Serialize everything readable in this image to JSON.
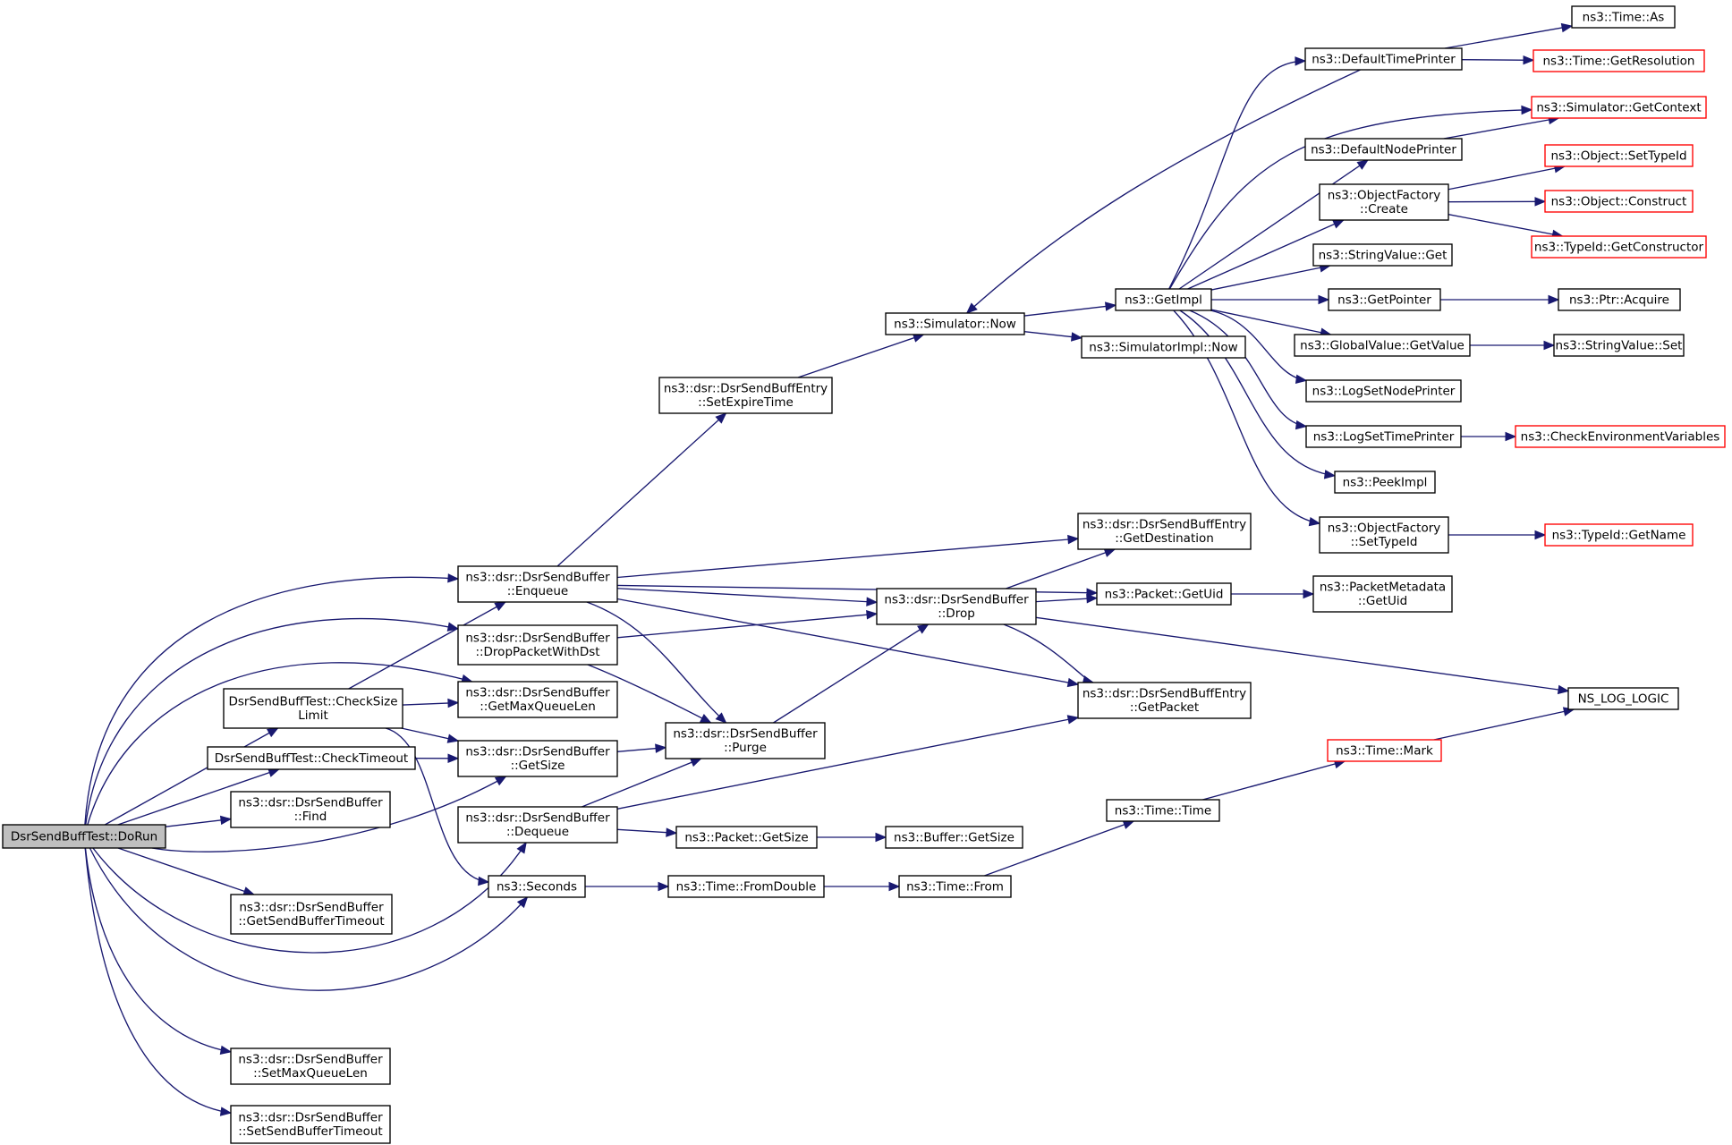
{
  "colors": {
    "edge": "#191970",
    "border": "#000000",
    "external_border": "#ff0000",
    "root_fill": "#bfbfbf"
  },
  "nodes": [
    {
      "id": "dorun",
      "lines": [
        "DsrSendBuffTest::DoRun"
      ],
      "kind": "root"
    },
    {
      "id": "checksize",
      "lines": [
        "DsrSendBuffTest::CheckSize",
        "Limit"
      ]
    },
    {
      "id": "checktimeout",
      "lines": [
        "DsrSendBuffTest::CheckTimeout"
      ]
    },
    {
      "id": "find",
      "lines": [
        "ns3::dsr::DsrSendBuffer",
        "::Find"
      ]
    },
    {
      "id": "getsendbuffertimeout",
      "lines": [
        "ns3::dsr::DsrSendBuffer",
        "::GetSendBufferTimeout"
      ]
    },
    {
      "id": "setmaxqueuelen",
      "lines": [
        "ns3::dsr::DsrSendBuffer",
        "::SetMaxQueueLen"
      ]
    },
    {
      "id": "setsendbuffertimeout",
      "lines": [
        "ns3::dsr::DsrSendBuffer",
        "::SetSendBufferTimeout"
      ]
    },
    {
      "id": "enqueue",
      "lines": [
        "ns3::dsr::DsrSendBuffer",
        "::Enqueue"
      ]
    },
    {
      "id": "droppacketwithdst",
      "lines": [
        "ns3::dsr::DsrSendBuffer",
        "::DropPacketWithDst"
      ]
    },
    {
      "id": "getmaxqueuelen",
      "lines": [
        "ns3::dsr::DsrSendBuffer",
        "::GetMaxQueueLen"
      ]
    },
    {
      "id": "getsize",
      "lines": [
        "ns3::dsr::DsrSendBuffer",
        "::GetSize"
      ]
    },
    {
      "id": "dequeue",
      "lines": [
        "ns3::dsr::DsrSendBuffer",
        "::Dequeue"
      ]
    },
    {
      "id": "seconds",
      "lines": [
        "ns3::Seconds"
      ]
    },
    {
      "id": "setexpiretime",
      "lines": [
        "ns3::dsr::DsrSendBuffEntry",
        "::SetExpireTime"
      ]
    },
    {
      "id": "purge",
      "lines": [
        "ns3::dsr::DsrSendBuffer",
        "::Purge"
      ]
    },
    {
      "id": "packetgetsize",
      "lines": [
        "ns3::Packet::GetSize"
      ]
    },
    {
      "id": "fromdouble",
      "lines": [
        "ns3::Time::FromDouble"
      ]
    },
    {
      "id": "simnow",
      "lines": [
        "ns3::Simulator::Now"
      ]
    },
    {
      "id": "drop",
      "lines": [
        "ns3::dsr::DsrSendBuffer",
        "::Drop"
      ]
    },
    {
      "id": "buffergetsize",
      "lines": [
        "ns3::Buffer::GetSize"
      ]
    },
    {
      "id": "timefrom",
      "lines": [
        "ns3::Time::From"
      ]
    },
    {
      "id": "getimpl",
      "lines": [
        "ns3::GetImpl"
      ]
    },
    {
      "id": "simimplnow",
      "lines": [
        "ns3::SimulatorImpl::Now"
      ]
    },
    {
      "id": "getdestination",
      "lines": [
        "ns3::dsr::DsrSendBuffEntry",
        "::GetDestination"
      ]
    },
    {
      "id": "packetgetuid",
      "lines": [
        "ns3::Packet::GetUid"
      ]
    },
    {
      "id": "getpacket",
      "lines": [
        "ns3::dsr::DsrSendBuffEntry",
        "::GetPacket"
      ]
    },
    {
      "id": "timetime",
      "lines": [
        "ns3::Time::Time"
      ]
    },
    {
      "id": "defaulttimeprinter",
      "lines": [
        "ns3::DefaultTimePrinter"
      ]
    },
    {
      "id": "defaultnodeprinter",
      "lines": [
        "ns3::DefaultNodePrinter"
      ]
    },
    {
      "id": "objectfactorycreate",
      "lines": [
        "ns3::ObjectFactory",
        "::Create"
      ]
    },
    {
      "id": "stringvalueget",
      "lines": [
        "ns3::StringValue::Get"
      ]
    },
    {
      "id": "getpointer",
      "lines": [
        "ns3::GetPointer"
      ]
    },
    {
      "id": "globalvaluegetvalue",
      "lines": [
        "ns3::GlobalValue::GetValue"
      ]
    },
    {
      "id": "logsetnodeprinter",
      "lines": [
        "ns3::LogSetNodePrinter"
      ]
    },
    {
      "id": "logsettimeprinter",
      "lines": [
        "ns3::LogSetTimePrinter"
      ]
    },
    {
      "id": "peekimpl",
      "lines": [
        "ns3::PeekImpl"
      ]
    },
    {
      "id": "objectfactorysettypeid",
      "lines": [
        "ns3::ObjectFactory",
        "::SetTypeId"
      ]
    },
    {
      "id": "packetmetadatagetuid",
      "lines": [
        "ns3::PacketMetadata",
        "::GetUid"
      ]
    },
    {
      "id": "timemark",
      "lines": [
        "ns3::Time::Mark"
      ],
      "kind": "ext"
    },
    {
      "id": "nsloglogic",
      "lines": [
        "NS_LOG_LOGIC"
      ]
    },
    {
      "id": "timeas",
      "lines": [
        "ns3::Time::As"
      ]
    },
    {
      "id": "timegetresolution",
      "lines": [
        "ns3::Time::GetResolution"
      ],
      "kind": "ext"
    },
    {
      "id": "simgetcontext",
      "lines": [
        "ns3::Simulator::GetContext"
      ],
      "kind": "ext"
    },
    {
      "id": "objectsettypeid",
      "lines": [
        "ns3::Object::SetTypeId"
      ],
      "kind": "ext"
    },
    {
      "id": "objectconstruct",
      "lines": [
        "ns3::Object::Construct"
      ],
      "kind": "ext"
    },
    {
      "id": "typeidgetconstructor",
      "lines": [
        "ns3::TypeId::GetConstructor"
      ],
      "kind": "ext"
    },
    {
      "id": "ptracquire",
      "lines": [
        "ns3::Ptr::Acquire"
      ]
    },
    {
      "id": "stringvalueset",
      "lines": [
        "ns3::StringValue::Set"
      ]
    },
    {
      "id": "checkenv",
      "lines": [
        "ns3::CheckEnvironmentVariables"
      ],
      "kind": "ext"
    },
    {
      "id": "typeidgetname",
      "lines": [
        "ns3::TypeId::GetName"
      ],
      "kind": "ext"
    }
  ],
  "edges": [
    [
      "dorun",
      "enqueue"
    ],
    [
      "dorun",
      "droppacketwithdst"
    ],
    [
      "dorun",
      "getmaxqueuelen"
    ],
    [
      "dorun",
      "checksize"
    ],
    [
      "dorun",
      "checktimeout"
    ],
    [
      "dorun",
      "find"
    ],
    [
      "dorun",
      "getsize"
    ],
    [
      "dorun",
      "getsendbuffertimeout"
    ],
    [
      "dorun",
      "dequeue"
    ],
    [
      "dorun",
      "seconds"
    ],
    [
      "dorun",
      "setmaxqueuelen"
    ],
    [
      "dorun",
      "setsendbuffertimeout"
    ],
    [
      "checksize",
      "enqueue"
    ],
    [
      "checksize",
      "getmaxqueuelen"
    ],
    [
      "checksize",
      "getsize"
    ],
    [
      "checksize",
      "seconds"
    ],
    [
      "checktimeout",
      "getsize"
    ],
    [
      "enqueue",
      "setexpiretime"
    ],
    [
      "enqueue",
      "getdestination"
    ],
    [
      "enqueue",
      "packetgetuid"
    ],
    [
      "enqueue",
      "drop"
    ],
    [
      "enqueue",
      "purge"
    ],
    [
      "enqueue",
      "getpacket"
    ],
    [
      "droppacketwithdst",
      "drop"
    ],
    [
      "droppacketwithdst",
      "purge"
    ],
    [
      "getsize",
      "purge"
    ],
    [
      "dequeue",
      "purge"
    ],
    [
      "dequeue",
      "getpacket"
    ],
    [
      "dequeue",
      "packetgetsize"
    ],
    [
      "seconds",
      "fromdouble"
    ],
    [
      "setexpiretime",
      "simnow"
    ],
    [
      "purge",
      "drop"
    ],
    [
      "packetgetsize",
      "buffergetsize"
    ],
    [
      "fromdouble",
      "timefrom"
    ],
    [
      "simnow",
      "getimpl"
    ],
    [
      "simnow",
      "simimplnow"
    ],
    [
      "drop",
      "getdestination"
    ],
    [
      "drop",
      "packetgetuid"
    ],
    [
      "drop",
      "getpacket"
    ],
    [
      "drop",
      "nsloglogic"
    ],
    [
      "timefrom",
      "timetime"
    ],
    [
      "getimpl",
      "defaulttimeprinter"
    ],
    [
      "getimpl",
      "simgetcontext"
    ],
    [
      "getimpl",
      "defaultnodeprinter"
    ],
    [
      "getimpl",
      "objectfactorycreate"
    ],
    [
      "getimpl",
      "stringvalueget"
    ],
    [
      "getimpl",
      "getpointer"
    ],
    [
      "getimpl",
      "globalvaluegetvalue"
    ],
    [
      "getimpl",
      "logsetnodeprinter"
    ],
    [
      "getimpl",
      "logsettimeprinter"
    ],
    [
      "getimpl",
      "peekimpl"
    ],
    [
      "getimpl",
      "objectfactorysettypeid"
    ],
    [
      "packetgetuid",
      "packetmetadatagetuid"
    ],
    [
      "timetime",
      "timemark"
    ],
    [
      "timemark",
      "nsloglogic"
    ],
    [
      "defaulttimeprinter",
      "timeas"
    ],
    [
      "defaulttimeprinter",
      "timegetresolution"
    ],
    [
      "defaulttimeprinter",
      "simnow"
    ],
    [
      "defaultnodeprinter",
      "simgetcontext"
    ],
    [
      "objectfactorycreate",
      "objectsettypeid"
    ],
    [
      "objectfactorycreate",
      "objectconstruct"
    ],
    [
      "objectfactorycreate",
      "typeidgetconstructor"
    ],
    [
      "getpointer",
      "ptracquire"
    ],
    [
      "globalvaluegetvalue",
      "stringvalueset"
    ],
    [
      "logsettimeprinter",
      "checkenv"
    ],
    [
      "objectfactorysettypeid",
      "typeidgetname"
    ]
  ]
}
